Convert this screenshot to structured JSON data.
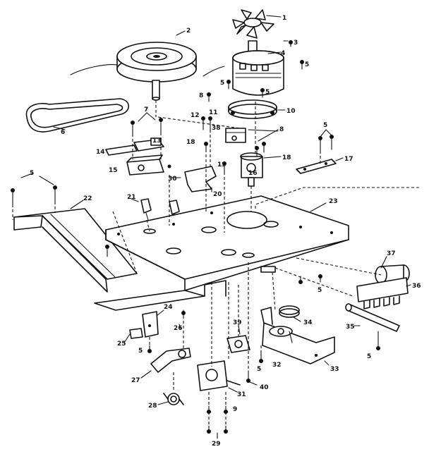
{
  "callouts": [
    "1",
    "2",
    "3",
    "4",
    "5",
    "6",
    "7",
    "8",
    "9",
    "10",
    "11",
    "12",
    "13",
    "14",
    "15",
    "16",
    "17",
    "18",
    "19",
    "20",
    "21",
    "22",
    "23",
    "24",
    "25",
    "26",
    "27",
    "28",
    "29",
    "30",
    "31",
    "32",
    "33",
    "34",
    "35",
    "36",
    "37",
    "38",
    "39",
    "40"
  ]
}
